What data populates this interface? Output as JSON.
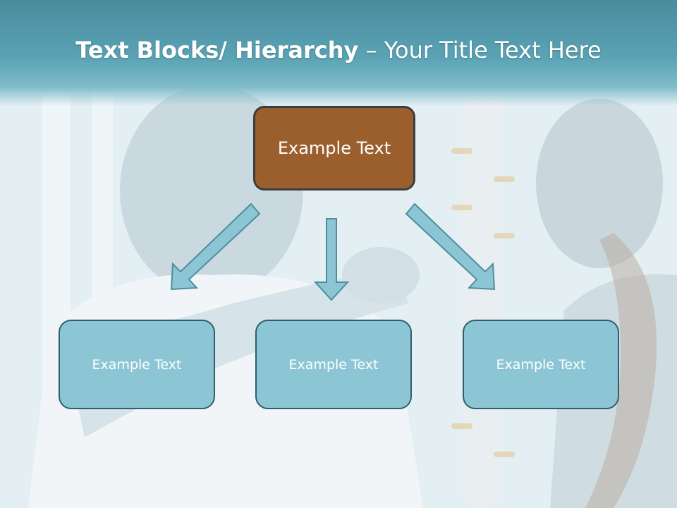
{
  "slide": {
    "title_bold": "Text Blocks/ Hierarchy",
    "title_rest": " – Your Title Text Here"
  },
  "hierarchy": {
    "top_box": {
      "label": "Example Text",
      "fill": "#9b5f2e"
    },
    "child_boxes": [
      {
        "label": "Example Text"
      },
      {
        "label": "Example Text"
      },
      {
        "label": "Example Text"
      }
    ],
    "child_fill": "#8cc6d4",
    "arrow_color": "#8cc6d4"
  },
  "colors": {
    "title_band": "#5aa3b5",
    "box_border": "#2f5f6e"
  }
}
